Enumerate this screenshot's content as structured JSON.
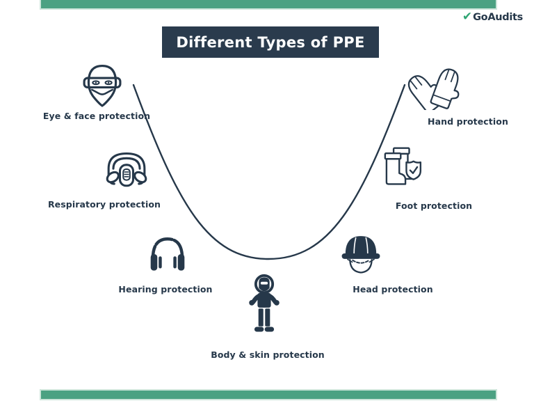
{
  "page": {
    "background": "#ffffff",
    "accent_green": "#4ba182",
    "ink_navy": "#26384a",
    "title_box_bg": "#2a3b4d"
  },
  "brand": {
    "name": "GoAudits",
    "check_glyph": "✔",
    "check_color": "#2fa573"
  },
  "header": {
    "title": "Different Types of PPE"
  },
  "items": [
    {
      "id": "eye-face",
      "label": "Eye & face protection",
      "icon": "goggles-face-icon"
    },
    {
      "id": "respiratory",
      "label": "Respiratory protection",
      "icon": "respirator-icon"
    },
    {
      "id": "hearing",
      "label": "Hearing protection",
      "icon": "earmuffs-icon"
    },
    {
      "id": "body-skin",
      "label": "Body & skin protection",
      "icon": "hazmat-suit-icon"
    },
    {
      "id": "head",
      "label": "Head protection",
      "icon": "hard-hat-icon"
    },
    {
      "id": "foot",
      "label": "Foot protection",
      "icon": "safety-boots-icon"
    },
    {
      "id": "hand",
      "label": "Hand protection",
      "icon": "gloves-icon"
    }
  ]
}
